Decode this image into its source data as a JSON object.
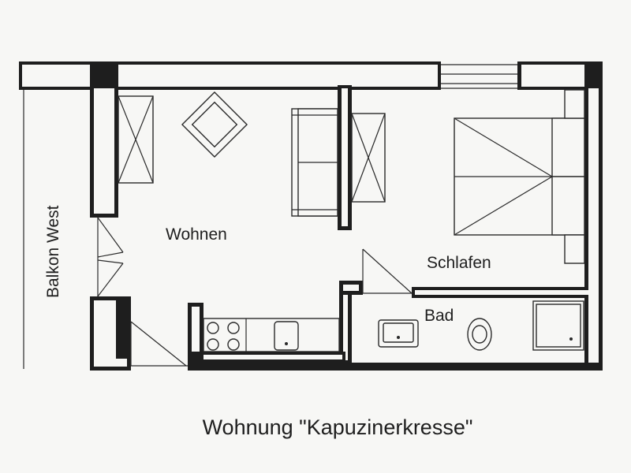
{
  "labels": {
    "balkon": "Balkon West",
    "wohnen": "Wohnen",
    "schlafen": "Schlafen",
    "bad": "Bad"
  },
  "caption": "Wohnung \"Kapuzinerkresse\"",
  "colors": {
    "wall": "#1e1e1e",
    "background": "#f7f7f5"
  }
}
